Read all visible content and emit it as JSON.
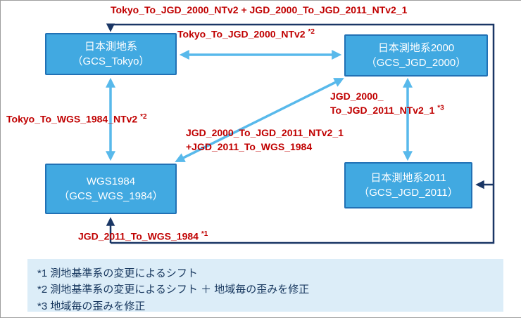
{
  "diagram": {
    "nodes": {
      "tokyo": {
        "name": "日本測地系",
        "code": "（GCS_Tokyo）"
      },
      "jgd2000": {
        "name": "日本測地系2000",
        "code": "（GCS_JGD_2000）"
      },
      "wgs1984": {
        "name": "WGS1984",
        "code": "（GCS_WGS_1984）"
      },
      "jgd2011": {
        "name": "日本測地系2011",
        "code": "（GCS_JGD_2011）"
      }
    },
    "labels": {
      "top_combined": "Tokyo_To_JGD_2000_NTv2 + JGD_2000_To_JGD_2011_NTv2_1",
      "tokyo_to_jgd2000": {
        "text": "Tokyo_To_JGD_2000_NTv2",
        "sup": "*2"
      },
      "tokyo_to_wgs1984": {
        "text": "Tokyo_To_WGS_1984_NTv2",
        "sup": "*2"
      },
      "jgd2000_to_jgd2011": {
        "line1": "JGD_2000_",
        "line2": "To_JGD_2011_NTv2_1",
        "sup": "*3"
      },
      "diagonal_combined": {
        "line1": "JGD_2000_To_JGD_2011_NTv2_1",
        "line2": "+JGD_2011_To_WGS_1984"
      },
      "jgd2011_to_wgs1984": {
        "text": "JGD_2011_To_WGS_1984",
        "sup": "*1"
      }
    },
    "notes": [
      "*1 測地基準系の変更によるシフト",
      "*2 測地基準系の変更によるシフト ＋ 地域毎の歪みを修正",
      "*3 地域毎の歪みを修正"
    ],
    "colors": {
      "node_fill": "#41A9E1",
      "node_border": "#2171B5",
      "arrow_light": "#58B9EB",
      "arrow_dark": "#1A3665",
      "label_red": "#C00000",
      "note_bg": "#DCEDF8",
      "note_text": "#17375E"
    }
  }
}
